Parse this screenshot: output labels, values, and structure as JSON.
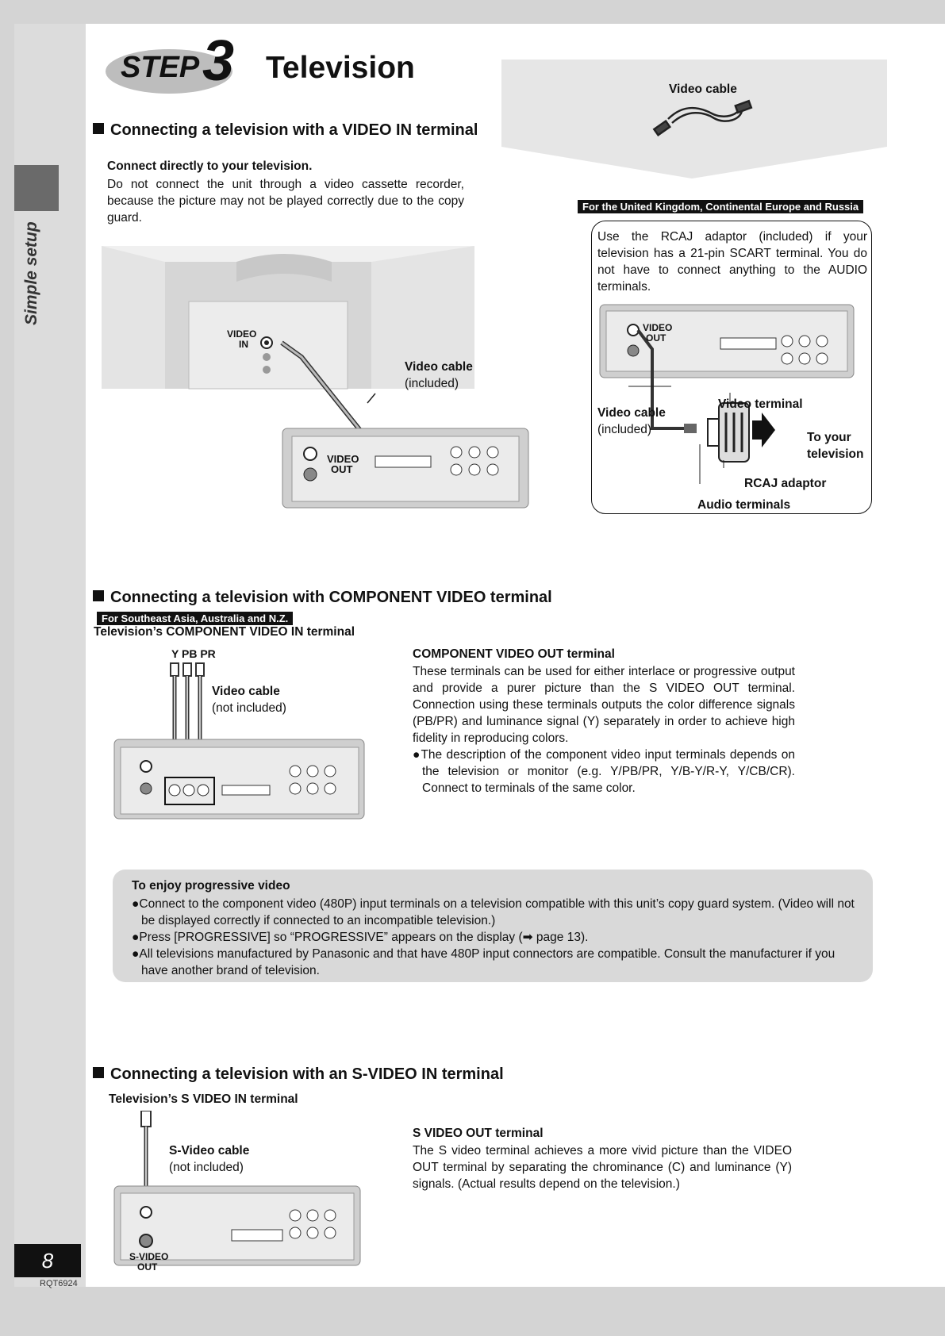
{
  "sidebar": {
    "label": "Simple setup",
    "page_number": "8",
    "doc_id": "RQT6924"
  },
  "header": {
    "step_word": "STEP",
    "step_number": "3",
    "title": "Television"
  },
  "video_cable_panel": {
    "label": "Video cable"
  },
  "section1": {
    "heading": "Connecting a television with a VIDEO IN terminal",
    "sub_heading": "Connect directly to your television.",
    "body": "Do not connect the unit through a video cassette recorder, because the picture may not be played correctly due to the copy guard.",
    "tv_label_video": "VIDEO",
    "tv_label_in": "IN",
    "unit_label_video": "VIDEO",
    "unit_label_out": "OUT",
    "cable_label": "Video cable",
    "cable_note": "(included)"
  },
  "uk_box": {
    "region_tag": "For the United Kingdom, Continental Europe and Russia",
    "body": "Use the RCAJ adaptor (included) if your television has a 21-pin SCART terminal. You do not have to connect anything to the AUDIO terminals.",
    "video_out_1": "VIDEO",
    "video_out_2": "OUT",
    "video_cable": "Video cable",
    "included": "(included)",
    "video_terminal": "Video terminal",
    "to_your": "To your",
    "television": "television",
    "rcaj_adaptor": "RCAJ adaptor",
    "audio_terminals": "Audio terminals"
  },
  "section2": {
    "heading": "Connecting a television with COMPONENT VIDEO terminal",
    "region_tag": "For Southeast Asia, Australia and N.Z.",
    "tv_terminal": "Television’s COMPONENT VIDEO IN terminal",
    "ypbpr": "Y PB PR",
    "cable_label": "Video cable",
    "cable_note": "(not included)",
    "out_heading": "COMPONENT VIDEO OUT terminal",
    "out_body": "These terminals can be used for either interlace or progressive output and provide a purer picture than the S VIDEO OUT terminal. Connection using these terminals outputs the color difference signals (PB/PR) and luminance signal (Y) separately in order to achieve high fidelity in reproducing colors.",
    "out_bullet": "The description of the component video input terminals depends on the television or monitor (e.g. Y/PB/PR, Y/B-Y/R-Y, Y/CB/CR). Connect to terminals of the same color."
  },
  "progressive": {
    "title": "To enjoy progressive video",
    "items": [
      "Connect to the component video (480P) input terminals on a television compatible with this unit’s copy guard system. (Video will not be displayed correctly if connected to an incompatible television.)",
      "Press [PROGRESSIVE] so “PROGRESSIVE” appears on the display (➡ page 13).",
      "All televisions manufactured by Panasonic and that have 480P input connectors are compatible. Consult the manufacturer if you have another brand of television."
    ]
  },
  "section3": {
    "heading": "Connecting a television with an S-VIDEO IN terminal",
    "tv_terminal": "Television’s S VIDEO IN terminal",
    "cable_label": "S-Video cable",
    "cable_note": "(not included)",
    "unit_label_1": "S-VIDEO",
    "unit_label_2": "OUT",
    "out_heading": "S VIDEO OUT terminal",
    "out_body": "The S video terminal achieves a more vivid picture than the VIDEO OUT terminal by separating the chrominance (C) and luminance (Y) signals. (Actual results depend on the television.)"
  }
}
